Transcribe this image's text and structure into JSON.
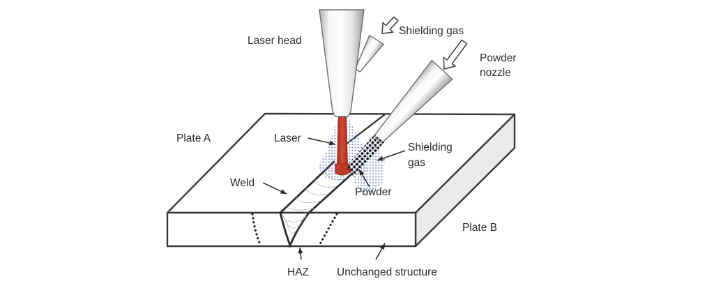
{
  "labels": {
    "laser_head": "Laser head",
    "shielding_gas_top": "Shielding gas",
    "powder_nozzle": {
      "line1": "Powder",
      "line2": "nozzle"
    },
    "plate_a": "Plate A",
    "laser": "Laser",
    "weld": "Weld",
    "shielding_gas_side": {
      "line1": "Shielding",
      "line2": "gas"
    },
    "powder": "Powder",
    "plate_b": "Plate B",
    "haz": "HAZ",
    "unchanged_structure": "Unchanged structure"
  },
  "colors": {
    "laser_beam": "#c23b2a",
    "laser_beam_dark": "#8e241d",
    "shielding_gas_dots": "#7b85c6",
    "powder_dots": "#161616",
    "plate_outline": "#383838",
    "weld_line": "#2b2b2b",
    "side_face_fill": "#ebebeb",
    "nozzle_outline": "#6e6e6e",
    "ripple_line": "#9a9a9a",
    "haz_dots": "#1f1f1f",
    "arrow": "#2b2b2b",
    "text": "#2b2b2b"
  }
}
